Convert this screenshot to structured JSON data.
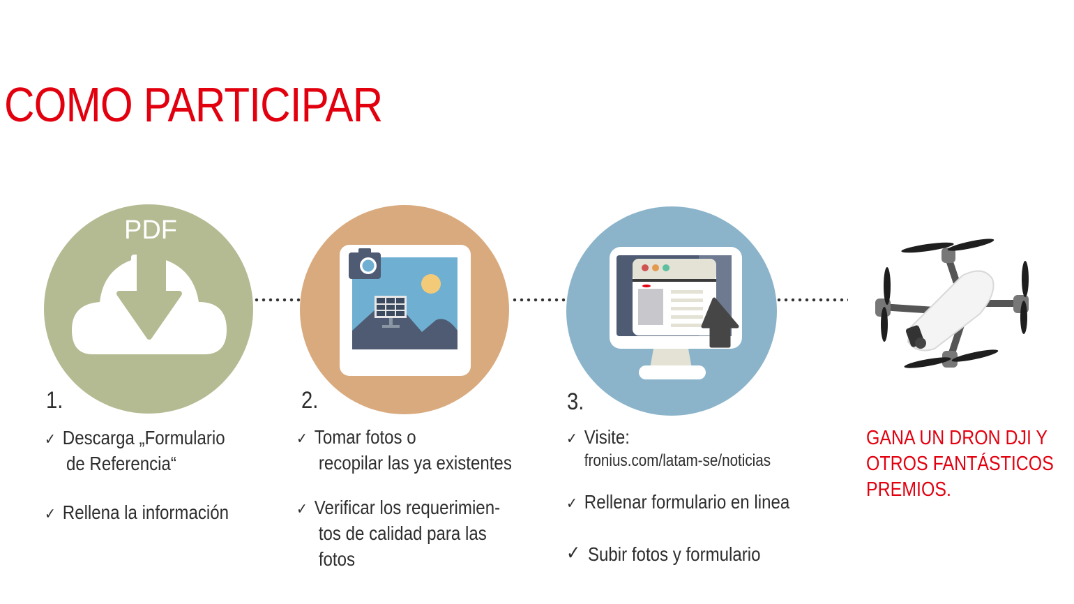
{
  "header": {
    "title": "COMO PARTICIPAR"
  },
  "colors": {
    "accent": "#e2000f",
    "step1": "#b4bb92",
    "step2": "#d9aa7e",
    "step3": "#8bb4ca",
    "text": "#2d2d2d"
  },
  "steps": [
    {
      "number": "1.",
      "icon": "cloud-download-icon",
      "icon_label": "PDF",
      "items": [
        {
          "check": "✓",
          "lines": [
            "Descarga „Formulario",
            "de Referencia“"
          ]
        },
        {
          "check": "✓",
          "lines": [
            "Rellena la información"
          ]
        }
      ]
    },
    {
      "number": "2.",
      "icon": "photo-camera-icon",
      "items": [
        {
          "check": "✓",
          "lines": [
            "Tomar fotos o",
            "recopilar las ya existentes"
          ]
        },
        {
          "check": "✓",
          "lines": [
            "Verificar los requerimien-",
            "tos de calidad para las",
            "fotos"
          ]
        }
      ]
    },
    {
      "number": "3.",
      "icon": "monitor-upload-icon",
      "items": [
        {
          "check": "✓",
          "lines": [
            "Visite:",
            "fronius.com/latam-se/noticias"
          ]
        },
        {
          "check": "✓",
          "lines": [
            "Rellenar formulario en linea"
          ]
        },
        {
          "check": "✓",
          "lines": [
            "Subir fotos y formulario"
          ]
        }
      ]
    }
  ],
  "prize": {
    "icon": "drone-image",
    "lines": [
      "GANA UN DRON DJI Y",
      "OTROS FANTÁSTICOS",
      "PREMIOS."
    ]
  }
}
